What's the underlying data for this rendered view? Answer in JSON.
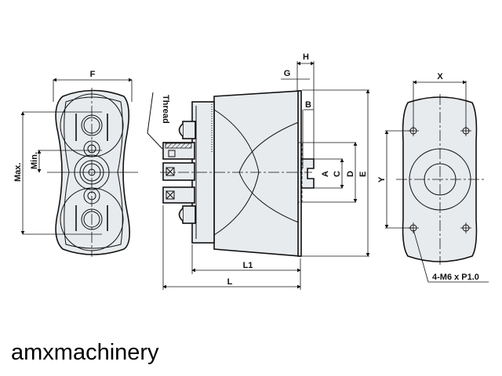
{
  "front_view": {
    "width_label": "F",
    "max_label": "Max.",
    "min_label": "Min."
  },
  "side_view": {
    "thread_label": "Thread",
    "labels": {
      "L": "L",
      "L1": "L1",
      "H": "H",
      "G": "G",
      "B": "B",
      "A": "A",
      "C": "C",
      "D": "D",
      "E": "E"
    }
  },
  "back_view": {
    "x_label": "X",
    "y_label": "Y",
    "hole_callout": "4-M6 x P1.0"
  },
  "watermark": "amxmachinery"
}
